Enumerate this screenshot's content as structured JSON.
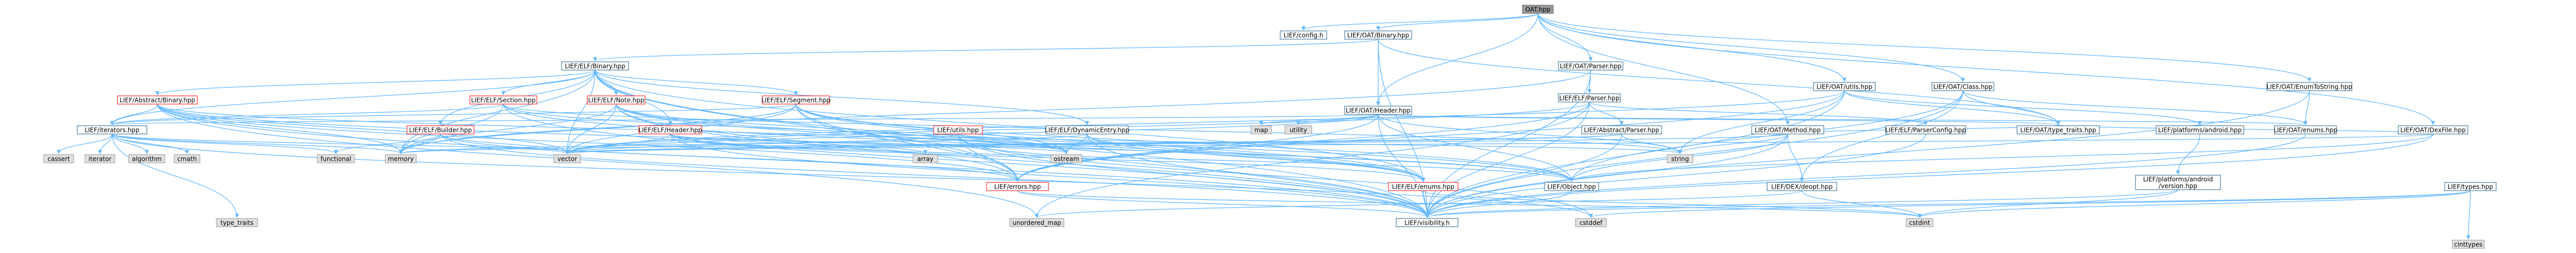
{
  "colors": {
    "edge": "#63b8ff",
    "root_fill": "#999999",
    "root_stroke": "#666666",
    "doc_fill": "#ffffff",
    "doc_stroke": "#1f5f8a",
    "incomplete_stroke": "#ff0000",
    "system_fill": "#e0e0e0",
    "system_stroke": "#999999"
  },
  "nodes": [
    {
      "id": "oat_hpp",
      "label": "OAT.hpp",
      "kind": "root"
    },
    {
      "id": "oat_config",
      "label": "LIEF/config.h",
      "kind": "doc"
    },
    {
      "id": "oat_binary",
      "label": "LIEF/OAT/Binary.hpp",
      "kind": "doc"
    },
    {
      "id": "elf_binary",
      "label": "LIEF/ELF/Binary.hpp",
      "kind": "doc"
    },
    {
      "id": "oat_parser",
      "label": "LIEF/OAT/Parser.hpp",
      "kind": "doc"
    },
    {
      "id": "oat_utils",
      "label": "LIEF/OAT/utils.hpp",
      "kind": "doc"
    },
    {
      "id": "oat_class",
      "label": "LIEF/OAT/Class.hpp",
      "kind": "doc"
    },
    {
      "id": "oat_enum_to_string",
      "label": "LIEF/OAT/EnumToString.hpp",
      "kind": "doc"
    },
    {
      "id": "oat_header",
      "label": "LIEF/OAT/Header.hpp",
      "kind": "doc"
    },
    {
      "id": "elf_parser",
      "label": "LIEF/ELF/Parser.hpp",
      "kind": "doc"
    },
    {
      "id": "abstract_binary",
      "label": "LIEF/Abstract/Binary.hpp",
      "kind": "incomplete"
    },
    {
      "id": "elf_section",
      "label": "LIEF/ELF/Section.hpp",
      "kind": "incomplete"
    },
    {
      "id": "elf_note",
      "label": "LIEF/ELF/Note.hpp",
      "kind": "incomplete"
    },
    {
      "id": "elf_segment",
      "label": "LIEF/ELF/Segment.hpp",
      "kind": "incomplete"
    },
    {
      "id": "lief_iterators",
      "label": "LIEF/iterators.hpp",
      "kind": "doc"
    },
    {
      "id": "elf_builder",
      "label": "LIEF/ELF/Builder.hpp",
      "kind": "incomplete"
    },
    {
      "id": "elf_header",
      "label": "LIEF/ELF/Header.hpp",
      "kind": "incomplete"
    },
    {
      "id": "lief_utils",
      "label": "LIEF/utils.hpp",
      "kind": "incomplete"
    },
    {
      "id": "elf_dynamic_entry",
      "label": "LIEF/ELF/DynamicEntry.hpp",
      "kind": "doc"
    },
    {
      "id": "abstract_parser",
      "label": "LIEF/Abstract/Parser.hpp",
      "kind": "doc"
    },
    {
      "id": "oat_method",
      "label": "LIEF/OAT/Method.hpp",
      "kind": "doc"
    },
    {
      "id": "elf_parser_config",
      "label": "LIEF/ELF/ParserConfig.hpp",
      "kind": "doc"
    },
    {
      "id": "oat_type_traits",
      "label": "LIEF/OAT/type_traits.hpp",
      "kind": "doc"
    },
    {
      "id": "platforms_android",
      "label": "LIEF/platforms/android.hpp",
      "kind": "doc"
    },
    {
      "id": "oat_enums",
      "label": "LIEF/OAT/enums.hpp",
      "kind": "doc"
    },
    {
      "id": "oat_dex_file",
      "label": "LIEF/OAT/DexFile.hpp",
      "kind": "doc"
    },
    {
      "id": "platforms_android_version",
      "label": "LIEF/platforms/android\n/version.hpp",
      "kind": "doc"
    },
    {
      "id": "dex_deopt",
      "label": "LIEF/DEX/deopt.hpp",
      "kind": "doc"
    },
    {
      "id": "lief_errors",
      "label": "LIEF/errors.hpp",
      "kind": "incomplete"
    },
    {
      "id": "elf_enums",
      "label": "LIEF/ELF/enums.hpp",
      "kind": "incomplete"
    },
    {
      "id": "lief_object",
      "label": "LIEF/Object.hpp",
      "kind": "doc"
    },
    {
      "id": "lief_types",
      "label": "LIEF/types.hpp",
      "kind": "doc"
    },
    {
      "id": "lief_visibility",
      "label": "LIEF/visibility.h",
      "kind": "doc"
    },
    {
      "id": "map",
      "label": "map",
      "kind": "system"
    },
    {
      "id": "utility",
      "label": "utility",
      "kind": "system"
    },
    {
      "id": "vector",
      "label": "vector",
      "kind": "system"
    },
    {
      "id": "string",
      "label": "string",
      "kind": "system"
    },
    {
      "id": "memory",
      "label": "memory",
      "kind": "system"
    },
    {
      "id": "array",
      "label": "array",
      "kind": "system"
    },
    {
      "id": "ostream",
      "label": "ostream",
      "kind": "system"
    },
    {
      "id": "functional",
      "label": "functional",
      "kind": "system"
    },
    {
      "id": "cassert",
      "label": "cassert",
      "kind": "system"
    },
    {
      "id": "iterator",
      "label": "iterator",
      "kind": "system"
    },
    {
      "id": "algorithm",
      "label": "algorithm",
      "kind": "system"
    },
    {
      "id": "cmath",
      "label": "cmath",
      "kind": "system"
    },
    {
      "id": "type_traits",
      "label": "type_traits",
      "kind": "system"
    },
    {
      "id": "unordered_map",
      "label": "unordered_map",
      "kind": "system"
    },
    {
      "id": "cstddef",
      "label": "cstddef",
      "kind": "system"
    },
    {
      "id": "cstdint",
      "label": "cstdint",
      "kind": "system"
    },
    {
      "id": "cinttypes",
      "label": "cinttypes",
      "kind": "system"
    }
  ],
  "edges": [
    [
      "oat_hpp",
      "oat_config"
    ],
    [
      "oat_hpp",
      "oat_binary"
    ],
    [
      "oat_hpp",
      "oat_parser"
    ],
    [
      "oat_hpp",
      "oat_utils"
    ],
    [
      "oat_hpp",
      "oat_class"
    ],
    [
      "oat_hpp",
      "oat_enum_to_string"
    ],
    [
      "oat_hpp",
      "oat_header"
    ],
    [
      "oat_hpp",
      "oat_method"
    ],
    [
      "oat_hpp",
      "oat_dex_file"
    ],
    [
      "oat_binary",
      "elf_binary"
    ],
    [
      "oat_binary",
      "oat_header"
    ],
    [
      "oat_binary",
      "lief_visibility"
    ],
    [
      "oat_binary",
      "oat_type_traits"
    ],
    [
      "elf_binary",
      "abstract_binary"
    ],
    [
      "elf_binary",
      "elf_section"
    ],
    [
      "elf_binary",
      "elf_note"
    ],
    [
      "elf_binary",
      "elf_segment"
    ],
    [
      "elf_binary",
      "lief_iterators"
    ],
    [
      "elf_binary",
      "elf_builder"
    ],
    [
      "elf_binary",
      "elf_header"
    ],
    [
      "elf_binary",
      "elf_dynamic_entry"
    ],
    [
      "elf_binary",
      "lief_errors"
    ],
    [
      "elf_binary",
      "elf_enums"
    ],
    [
      "elf_binary",
      "vector"
    ],
    [
      "elf_binary",
      "memory"
    ],
    [
      "elf_binary",
      "lief_visibility"
    ],
    [
      "oat_parser",
      "elf_parser"
    ],
    [
      "oat_parser",
      "lief_visibility"
    ],
    [
      "oat_parser",
      "memory"
    ],
    [
      "elf_parser",
      "abstract_parser"
    ],
    [
      "elf_parser",
      "elf_parser_config"
    ],
    [
      "elf_parser",
      "lief_errors"
    ],
    [
      "elf_parser",
      "lief_visibility"
    ],
    [
      "elf_parser",
      "vector"
    ],
    [
      "elf_parser",
      "unordered_map"
    ],
    [
      "oat_utils",
      "oat_type_traits"
    ],
    [
      "oat_utils",
      "platforms_android"
    ],
    [
      "oat_utils",
      "lief_errors"
    ],
    [
      "oat_utils",
      "lief_visibility"
    ],
    [
      "oat_utils",
      "vector"
    ],
    [
      "oat_utils",
      "string"
    ],
    [
      "oat_class",
      "oat_enums"
    ],
    [
      "oat_class",
      "oat_type_traits"
    ],
    [
      "oat_class",
      "lief_object"
    ],
    [
      "oat_class",
      "lief_visibility"
    ],
    [
      "oat_class",
      "dex_deopt"
    ],
    [
      "oat_enum_to_string",
      "oat_enums"
    ],
    [
      "oat_enum_to_string",
      "lief_visibility"
    ],
    [
      "oat_header",
      "map"
    ],
    [
      "oat_header",
      "utility"
    ],
    [
      "oat_header",
      "oat_type_traits"
    ],
    [
      "oat_header",
      "oat_enums"
    ],
    [
      "oat_header",
      "lief_iterators"
    ],
    [
      "oat_header",
      "lief_object"
    ],
    [
      "oat_header",
      "lief_visibility"
    ],
    [
      "oat_header",
      "lief_errors"
    ],
    [
      "oat_header",
      "string"
    ],
    [
      "oat_header",
      "vector"
    ],
    [
      "abstract_binary",
      "lief_iterators"
    ],
    [
      "abstract_binary",
      "lief_errors"
    ],
    [
      "abstract_binary",
      "lief_object"
    ],
    [
      "abstract_binary",
      "lief_visibility"
    ],
    [
      "abstract_binary",
      "vector"
    ],
    [
      "abstract_binary",
      "memory"
    ],
    [
      "abstract_binary",
      "ostream"
    ],
    [
      "abstract_binary",
      "unordered_map"
    ],
    [
      "elf_section",
      "lief_iterators"
    ],
    [
      "elf_section",
      "elf_enums"
    ],
    [
      "elf_section",
      "lief_visibility"
    ],
    [
      "elf_section",
      "memory"
    ],
    [
      "elf_section",
      "ostream"
    ],
    [
      "elf_section",
      "string"
    ],
    [
      "elf_note",
      "elf_enums"
    ],
    [
      "elf_note",
      "lief_errors"
    ],
    [
      "elf_note",
      "lief_object"
    ],
    [
      "elf_note",
      "lief_visibility"
    ],
    [
      "elf_note",
      "vector"
    ],
    [
      "elf_note",
      "ostream"
    ],
    [
      "elf_note",
      "memory"
    ],
    [
      "elf_segment",
      "lief_iterators"
    ],
    [
      "elf_segment",
      "elf_enums"
    ],
    [
      "elf_segment",
      "lief_errors"
    ],
    [
      "elf_segment",
      "lief_object"
    ],
    [
      "elf_segment",
      "lief_visibility"
    ],
    [
      "elf_segment",
      "vector"
    ],
    [
      "elf_segment",
      "ostream"
    ],
    [
      "elf_segment",
      "memory"
    ],
    [
      "lief_iterators",
      "cassert"
    ],
    [
      "lief_iterators",
      "iterator"
    ],
    [
      "lief_iterators",
      "algorithm"
    ],
    [
      "lief_iterators",
      "cmath"
    ],
    [
      "lief_iterators",
      "memory"
    ],
    [
      "lief_iterators",
      "vector"
    ],
    [
      "lief_iterators",
      "functional"
    ],
    [
      "lief_iterators",
      "type_traits"
    ],
    [
      "lief_iterators",
      "cstddef"
    ],
    [
      "elf_builder",
      "lief_errors"
    ],
    [
      "elf_builder",
      "lief_visibility"
    ],
    [
      "elf_builder",
      "vector"
    ],
    [
      "elf_builder",
      "memory"
    ],
    [
      "elf_builder",
      "functional"
    ],
    [
      "elf_header",
      "array"
    ],
    [
      "elf_header",
      "vector"
    ],
    [
      "elf_header",
      "ostream"
    ],
    [
      "elf_header",
      "elf_enums"
    ],
    [
      "elf_header",
      "lief_object"
    ],
    [
      "elf_header",
      "lief_visibility"
    ],
    [
      "lief_utils",
      "lief_errors"
    ],
    [
      "lief_utils",
      "lief_visibility"
    ],
    [
      "lief_utils",
      "vector"
    ],
    [
      "lief_utils",
      "string"
    ],
    [
      "lief_utils",
      "cstddef"
    ],
    [
      "elf_dynamic_entry",
      "lief_object"
    ],
    [
      "elf_dynamic_entry",
      "elf_enums"
    ],
    [
      "elf_dynamic_entry",
      "lief_visibility"
    ],
    [
      "elf_dynamic_entry",
      "ostream"
    ],
    [
      "elf_dynamic_entry",
      "memory"
    ],
    [
      "abstract_parser",
      "lief_visibility"
    ],
    [
      "abstract_parser",
      "vector"
    ],
    [
      "abstract_parser",
      "string"
    ],
    [
      "abstract_parser",
      "memory"
    ],
    [
      "oat_method",
      "lief_object"
    ],
    [
      "oat_method",
      "oat_type_traits"
    ],
    [
      "oat_method",
      "dex_deopt"
    ],
    [
      "oat_method",
      "lief_visibility"
    ],
    [
      "oat_method",
      "string"
    ],
    [
      "oat_method",
      "vector"
    ],
    [
      "elf_parser_config",
      "lief_visibility"
    ],
    [
      "platforms_android",
      "platforms_android_version"
    ],
    [
      "platforms_android_version",
      "lief_visibility"
    ],
    [
      "platforms_android_version",
      "cstdint"
    ],
    [
      "oat_enums",
      "lief_visibility"
    ],
    [
      "oat_dex_file",
      "lief_object"
    ],
    [
      "oat_dex_file",
      "oat_type_traits"
    ],
    [
      "oat_dex_file",
      "lief_visibility"
    ],
    [
      "oat_dex_file",
      "vector"
    ],
    [
      "dex_deopt",
      "cstdint"
    ],
    [
      "dex_deopt",
      "unordered_map"
    ],
    [
      "lief_errors",
      "lief_visibility"
    ],
    [
      "lief_errors",
      "cstdint"
    ],
    [
      "elf_enums",
      "lief_visibility"
    ],
    [
      "elf_enums",
      "cstdint"
    ],
    [
      "lief_object",
      "lief_visibility"
    ],
    [
      "lief_types",
      "lief_visibility"
    ],
    [
      "lief_types",
      "cstdint"
    ],
    [
      "lief_types",
      "cinttypes"
    ],
    [
      "lief_types",
      "cstddef"
    ]
  ]
}
